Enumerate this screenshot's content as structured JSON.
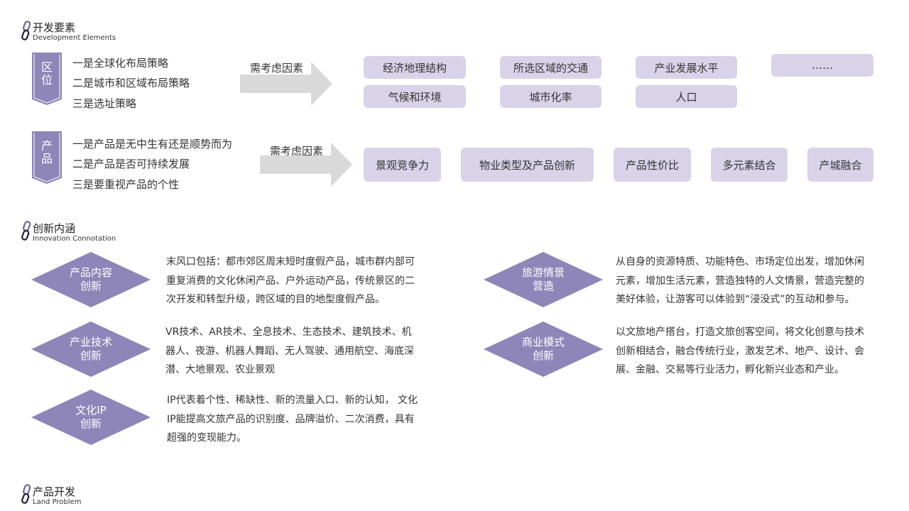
{
  "colors": {
    "accent": "#8e86b8",
    "box_fill": "#d9d2e9",
    "arrow": "#d9d9d9"
  },
  "sections": {
    "development": {
      "icon": "chain-link-icon",
      "title": "开发要素",
      "subtitle": "Development Elements"
    },
    "innovation": {
      "icon": "chain-link-icon",
      "title": "创新内涵",
      "subtitle": "Innovation Connotation"
    },
    "product_dev": {
      "icon": "chain-link-icon",
      "title": "产品开发",
      "subtitle": "Land Problem"
    }
  },
  "location": {
    "tag": [
      "区",
      "位"
    ],
    "lines": [
      "一是全球化布局策略",
      "二是城市和区域布局策略",
      "三是选址策略"
    ],
    "arrow_label": "需考虑因素",
    "factors": [
      "经济地理结构",
      "所选区域的交通",
      "产业发展水平",
      "……",
      "气候和环境",
      "城市化率",
      "人口"
    ]
  },
  "product": {
    "tag": [
      "产",
      "品"
    ],
    "lines": [
      "一是产品是无中生有还是顺势而为",
      "二是产品是否可持续发展",
      "三是要重视产品的个性"
    ],
    "arrow_label": "需考虑因素",
    "factors": [
      "景观竞争力",
      "物业类型及产品创新",
      "产品性价比",
      "多元素结合",
      "产城融合"
    ]
  },
  "innovations": [
    {
      "title": [
        "产品内容",
        "创新"
      ],
      "lines": [
        "末风口包括：都市郊区周末短时度假产品，城市群内部可",
        "重复消费的文化休闲产品、户外运动产品，传统景区的二",
        "次开发和转型升级，跨区域的目的地型度假产品。"
      ]
    },
    {
      "title": [
        "产业技术",
        "创新"
      ],
      "lines": [
        "VR技术、AR技术、全息技术、生态技术、建筑技术、机",
        "器人、夜游、机器人舞蹈、无人驾驶、通用航空、海底深",
        "潜、大地景观、农业景观"
      ]
    },
    {
      "title": [
        "文化IP",
        "创新"
      ],
      "lines": [
        "IP代表着个性、稀缺性、新的流量入口、新的认知， 文化",
        "IP能提高文旅产品的识别度、品牌溢价、二次消费，具有",
        "超强的变现能力。"
      ]
    },
    {
      "title": [
        "旅游情景",
        "营造"
      ],
      "lines": [
        "从自身的资源特质、功能特色、市场定位出发，增加休闲",
        "元素，增加生活元素，营造独特的人文情景，营造完整的",
        "美好体验，让游客可以体验到“浸没式”的互动和参与。"
      ]
    },
    {
      "title": [
        "商业模式",
        "创新"
      ],
      "lines": [
        "以文旅地产搭台，打造文旅创客空间，将文化创意与技术",
        "创新相结合，融合传统行业，激发艺术、地产、设计、会",
        "展、金融、交易等行业活力，孵化新兴业态和产业。"
      ]
    }
  ]
}
